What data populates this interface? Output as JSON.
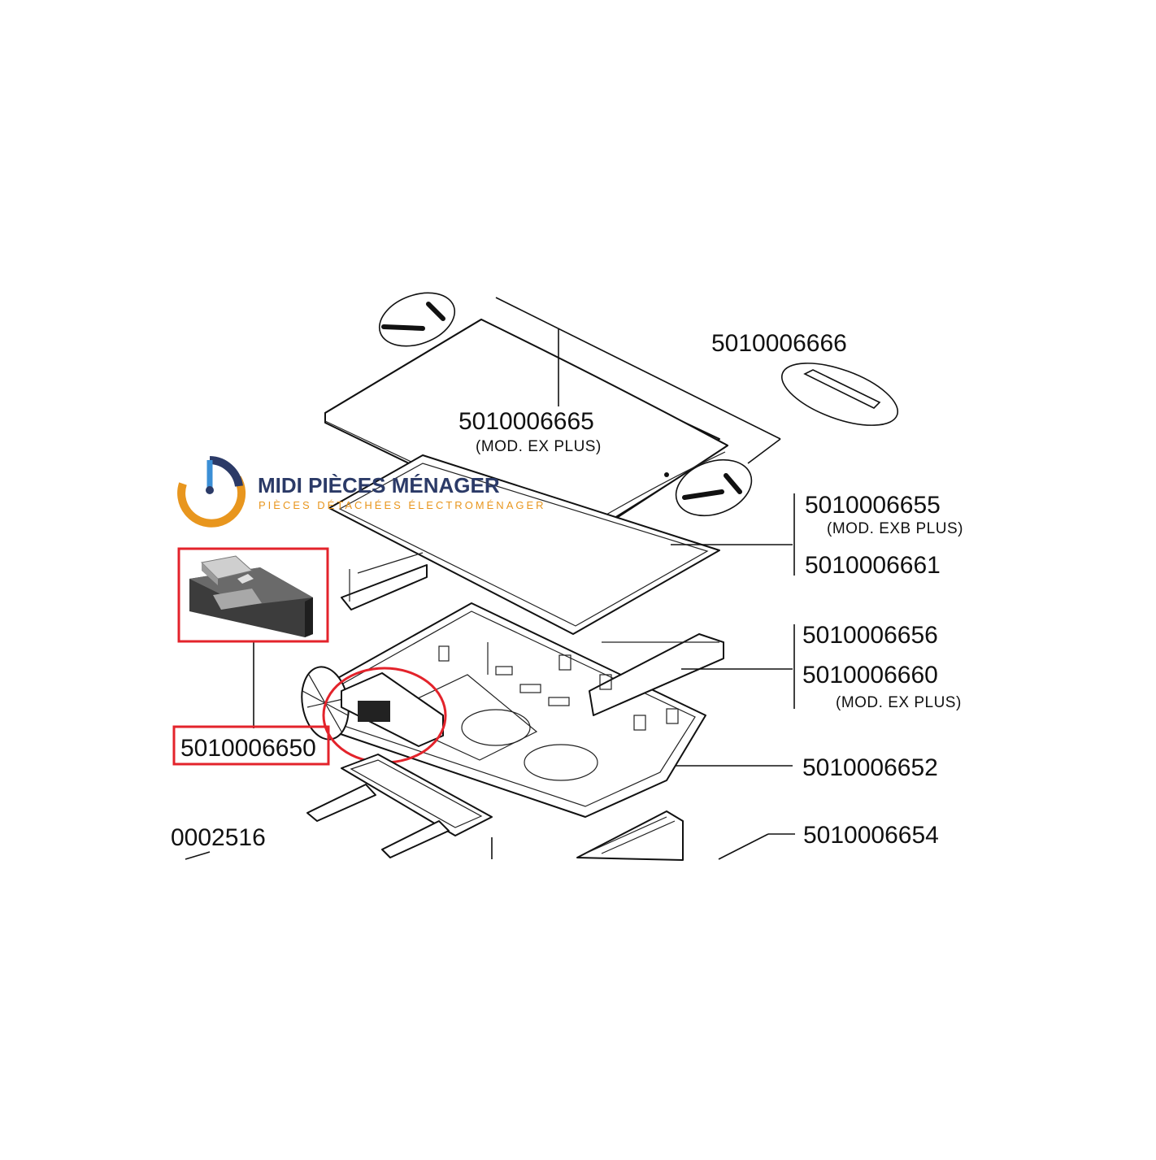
{
  "logo": {
    "name": "MIDI PIÈCES MÉNAGER",
    "tagline": "PIÈCES DÉTACHÉES ÉLECTROMÉNAGER",
    "colors": {
      "navy": "#2b3a67",
      "orange": "#e8961e",
      "blue": "#3b8fd6"
    }
  },
  "highlight_color": "#e3232b",
  "labels": {
    "p6666": "5010006666",
    "p6665": "5010006665",
    "p6665_note": "(MOD. EX PLUS)",
    "p6655": "5010006655",
    "p6655_note": "(MOD. EXB PLUS)",
    "p6661": "5010006661",
    "p6656": "5010006656",
    "p6660": "5010006660",
    "p6660_note": "(MOD. EX PLUS)",
    "p6652": "5010006652",
    "p6654": "5010006654",
    "p2516": "0002516",
    "p6650": "5010006650"
  }
}
